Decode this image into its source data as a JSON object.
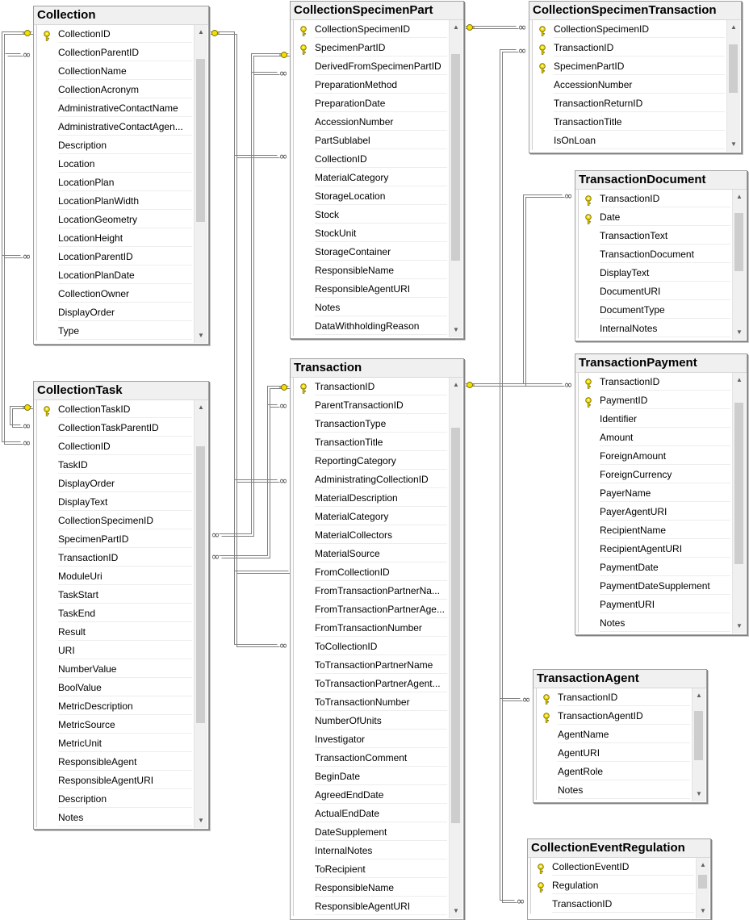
{
  "tables": [
    {
      "id": "collection",
      "name": "Collection",
      "columns": [
        {
          "name": "CollectionID",
          "key": true
        },
        {
          "name": "CollectionParentID"
        },
        {
          "name": "CollectionName"
        },
        {
          "name": "CollectionAcronym"
        },
        {
          "name": "AdministrativeContactName"
        },
        {
          "name": "AdministrativeContactAgen..."
        },
        {
          "name": "Description"
        },
        {
          "name": "Location"
        },
        {
          "name": "LocationPlan"
        },
        {
          "name": "LocationPlanWidth"
        },
        {
          "name": "LocationGeometry"
        },
        {
          "name": "LocationHeight"
        },
        {
          "name": "LocationParentID"
        },
        {
          "name": "LocationPlanDate"
        },
        {
          "name": "CollectionOwner"
        },
        {
          "name": "DisplayOrder"
        },
        {
          "name": "Type"
        }
      ]
    },
    {
      "id": "collection-task",
      "name": "CollectionTask",
      "columns": [
        {
          "name": "CollectionTaskID",
          "key": true
        },
        {
          "name": "CollectionTaskParentID"
        },
        {
          "name": "CollectionID"
        },
        {
          "name": "TaskID"
        },
        {
          "name": "DisplayOrder"
        },
        {
          "name": "DisplayText"
        },
        {
          "name": "CollectionSpecimenID"
        },
        {
          "name": "SpecimenPartID"
        },
        {
          "name": "TransactionID"
        },
        {
          "name": "ModuleUri"
        },
        {
          "name": "TaskStart"
        },
        {
          "name": "TaskEnd"
        },
        {
          "name": "Result"
        },
        {
          "name": "URI"
        },
        {
          "name": "NumberValue"
        },
        {
          "name": "BoolValue"
        },
        {
          "name": "MetricDescription"
        },
        {
          "name": "MetricSource"
        },
        {
          "name": "MetricUnit"
        },
        {
          "name": "ResponsibleAgent"
        },
        {
          "name": "ResponsibleAgentURI"
        },
        {
          "name": "Description"
        },
        {
          "name": "Notes"
        }
      ]
    },
    {
      "id": "collection-specimen-part",
      "name": "CollectionSpecimenPart",
      "columns": [
        {
          "name": "CollectionSpecimenID",
          "key": true
        },
        {
          "name": "SpecimenPartID",
          "key": true
        },
        {
          "name": "DerivedFromSpecimenPartID"
        },
        {
          "name": "PreparationMethod"
        },
        {
          "name": "PreparationDate"
        },
        {
          "name": "AccessionNumber"
        },
        {
          "name": "PartSublabel"
        },
        {
          "name": "CollectionID"
        },
        {
          "name": "MaterialCategory"
        },
        {
          "name": "StorageLocation"
        },
        {
          "name": "Stock"
        },
        {
          "name": "StockUnit"
        },
        {
          "name": "StorageContainer"
        },
        {
          "name": "ResponsibleName"
        },
        {
          "name": "ResponsibleAgentURI"
        },
        {
          "name": "Notes"
        },
        {
          "name": "DataWithholdingReason"
        }
      ]
    },
    {
      "id": "transaction",
      "name": "Transaction",
      "columns": [
        {
          "name": "TransactionID",
          "key": true
        },
        {
          "name": "ParentTransactionID"
        },
        {
          "name": "TransactionType"
        },
        {
          "name": "TransactionTitle"
        },
        {
          "name": "ReportingCategory"
        },
        {
          "name": "AdministratingCollectionID"
        },
        {
          "name": "MaterialDescription"
        },
        {
          "name": "MaterialCategory"
        },
        {
          "name": "MaterialCollectors"
        },
        {
          "name": "MaterialSource"
        },
        {
          "name": "FromCollectionID"
        },
        {
          "name": "FromTransactionPartnerNa..."
        },
        {
          "name": "FromTransactionPartnerAge..."
        },
        {
          "name": "FromTransactionNumber"
        },
        {
          "name": "ToCollectionID"
        },
        {
          "name": "ToTransactionPartnerName"
        },
        {
          "name": "ToTransactionPartnerAgent..."
        },
        {
          "name": "ToTransactionNumber"
        },
        {
          "name": "NumberOfUnits"
        },
        {
          "name": "Investigator"
        },
        {
          "name": "TransactionComment"
        },
        {
          "name": "BeginDate"
        },
        {
          "name": "AgreedEndDate"
        },
        {
          "name": "ActualEndDate"
        },
        {
          "name": "DateSupplement"
        },
        {
          "name": "InternalNotes"
        },
        {
          "name": "ToRecipient"
        },
        {
          "name": "ResponsibleName"
        },
        {
          "name": "ResponsibleAgentURI"
        }
      ]
    },
    {
      "id": "collection-specimen-transaction",
      "name": "CollectionSpecimenTransaction",
      "columns": [
        {
          "name": "CollectionSpecimenID",
          "key": true
        },
        {
          "name": "TransactionID",
          "key": true
        },
        {
          "name": "SpecimenPartID",
          "key": true
        },
        {
          "name": "AccessionNumber"
        },
        {
          "name": "TransactionReturnID"
        },
        {
          "name": "TransactionTitle"
        },
        {
          "name": "IsOnLoan"
        }
      ]
    },
    {
      "id": "transaction-document",
      "name": "TransactionDocument",
      "columns": [
        {
          "name": "TransactionID",
          "key": true
        },
        {
          "name": "Date",
          "key": true
        },
        {
          "name": "TransactionText"
        },
        {
          "name": "TransactionDocument"
        },
        {
          "name": "DisplayText"
        },
        {
          "name": "DocumentURI"
        },
        {
          "name": "DocumentType"
        },
        {
          "name": "InternalNotes"
        }
      ]
    },
    {
      "id": "transaction-payment",
      "name": "TransactionPayment",
      "columns": [
        {
          "name": "TransactionID",
          "key": true
        },
        {
          "name": "PaymentID",
          "key": true
        },
        {
          "name": "Identifier"
        },
        {
          "name": "Amount"
        },
        {
          "name": "ForeignAmount"
        },
        {
          "name": "ForeignCurrency"
        },
        {
          "name": "PayerName"
        },
        {
          "name": "PayerAgentURI"
        },
        {
          "name": "RecipientName"
        },
        {
          "name": "RecipientAgentURI"
        },
        {
          "name": "PaymentDate"
        },
        {
          "name": "PaymentDateSupplement"
        },
        {
          "name": "PaymentURI"
        },
        {
          "name": "Notes"
        }
      ]
    },
    {
      "id": "transaction-agent",
      "name": "TransactionAgent",
      "columns": [
        {
          "name": "TransactionID",
          "key": true
        },
        {
          "name": "TransactionAgentID",
          "key": true
        },
        {
          "name": "AgentName"
        },
        {
          "name": "AgentURI"
        },
        {
          "name": "AgentRole"
        },
        {
          "name": "Notes"
        }
      ]
    },
    {
      "id": "collection-event-regulation",
      "name": "CollectionEventRegulation",
      "columns": [
        {
          "name": "CollectionEventID",
          "key": true
        },
        {
          "name": "Regulation",
          "key": true
        },
        {
          "name": "TransactionID"
        }
      ]
    }
  ],
  "colors": {
    "key_icon": "#f2e100",
    "connector": "#808080",
    "header_bg": "#f0f0f0"
  },
  "icons": {
    "primary_key": "key-icon",
    "one_end": "key-end-icon",
    "many_end": "infinity-icon"
  }
}
